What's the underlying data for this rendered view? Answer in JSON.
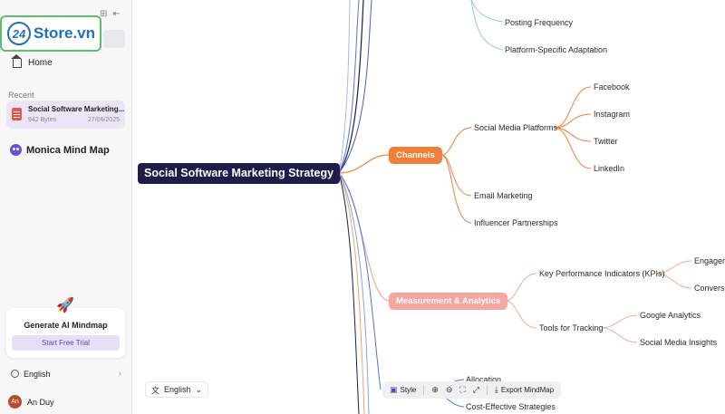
{
  "sidebar": {
    "logo_number": "24",
    "logo_text": "Store.vn",
    "home_label": "Home",
    "recent_label": "Recent",
    "recent_items": [
      {
        "title": "Social Software Marketing...",
        "size": "942 Bytes",
        "date": "27/06/2025"
      }
    ],
    "brand_name": "Monica Mind Map",
    "promo": {
      "title": "Generate AI Mindmap",
      "button": "Start Free Trial"
    },
    "language": "English",
    "user": {
      "initials": "An",
      "name": "An Duy"
    }
  },
  "mindmap": {
    "root": "Social Software Marketing Strategy",
    "top_nodes": [
      "Posting Frequency",
      "Platform-Specific Adaptation"
    ],
    "channels": {
      "label": "Channels",
      "social_media_platforms": "Social Media Platforms",
      "platforms": [
        "Facebook",
        "Instagram",
        "Twitter",
        "LinkedIn"
      ],
      "email": "Email Marketing",
      "influencer": "Influencer Partnerships"
    },
    "measurement": {
      "label": "Measurement & Analytics",
      "kpis": "Key Performance Indicators (KPIs)",
      "kpi_children": [
        "Engagem",
        "Conversi"
      ],
      "tools": "Tools for Tracking",
      "tool_children": [
        "Google Analytics",
        "Social Media Insights"
      ]
    },
    "budget_nodes": [
      "Allocation",
      "Cost-Effective Strategies"
    ]
  },
  "canvas_controls": {
    "language": "English",
    "style_label": "Style",
    "export_label": "Export MindMap"
  },
  "colors": {
    "root": "#1f1c4a",
    "channels": "#f07f3a",
    "measurement": "#f4a7a0",
    "accent": "#6a4fd6"
  }
}
